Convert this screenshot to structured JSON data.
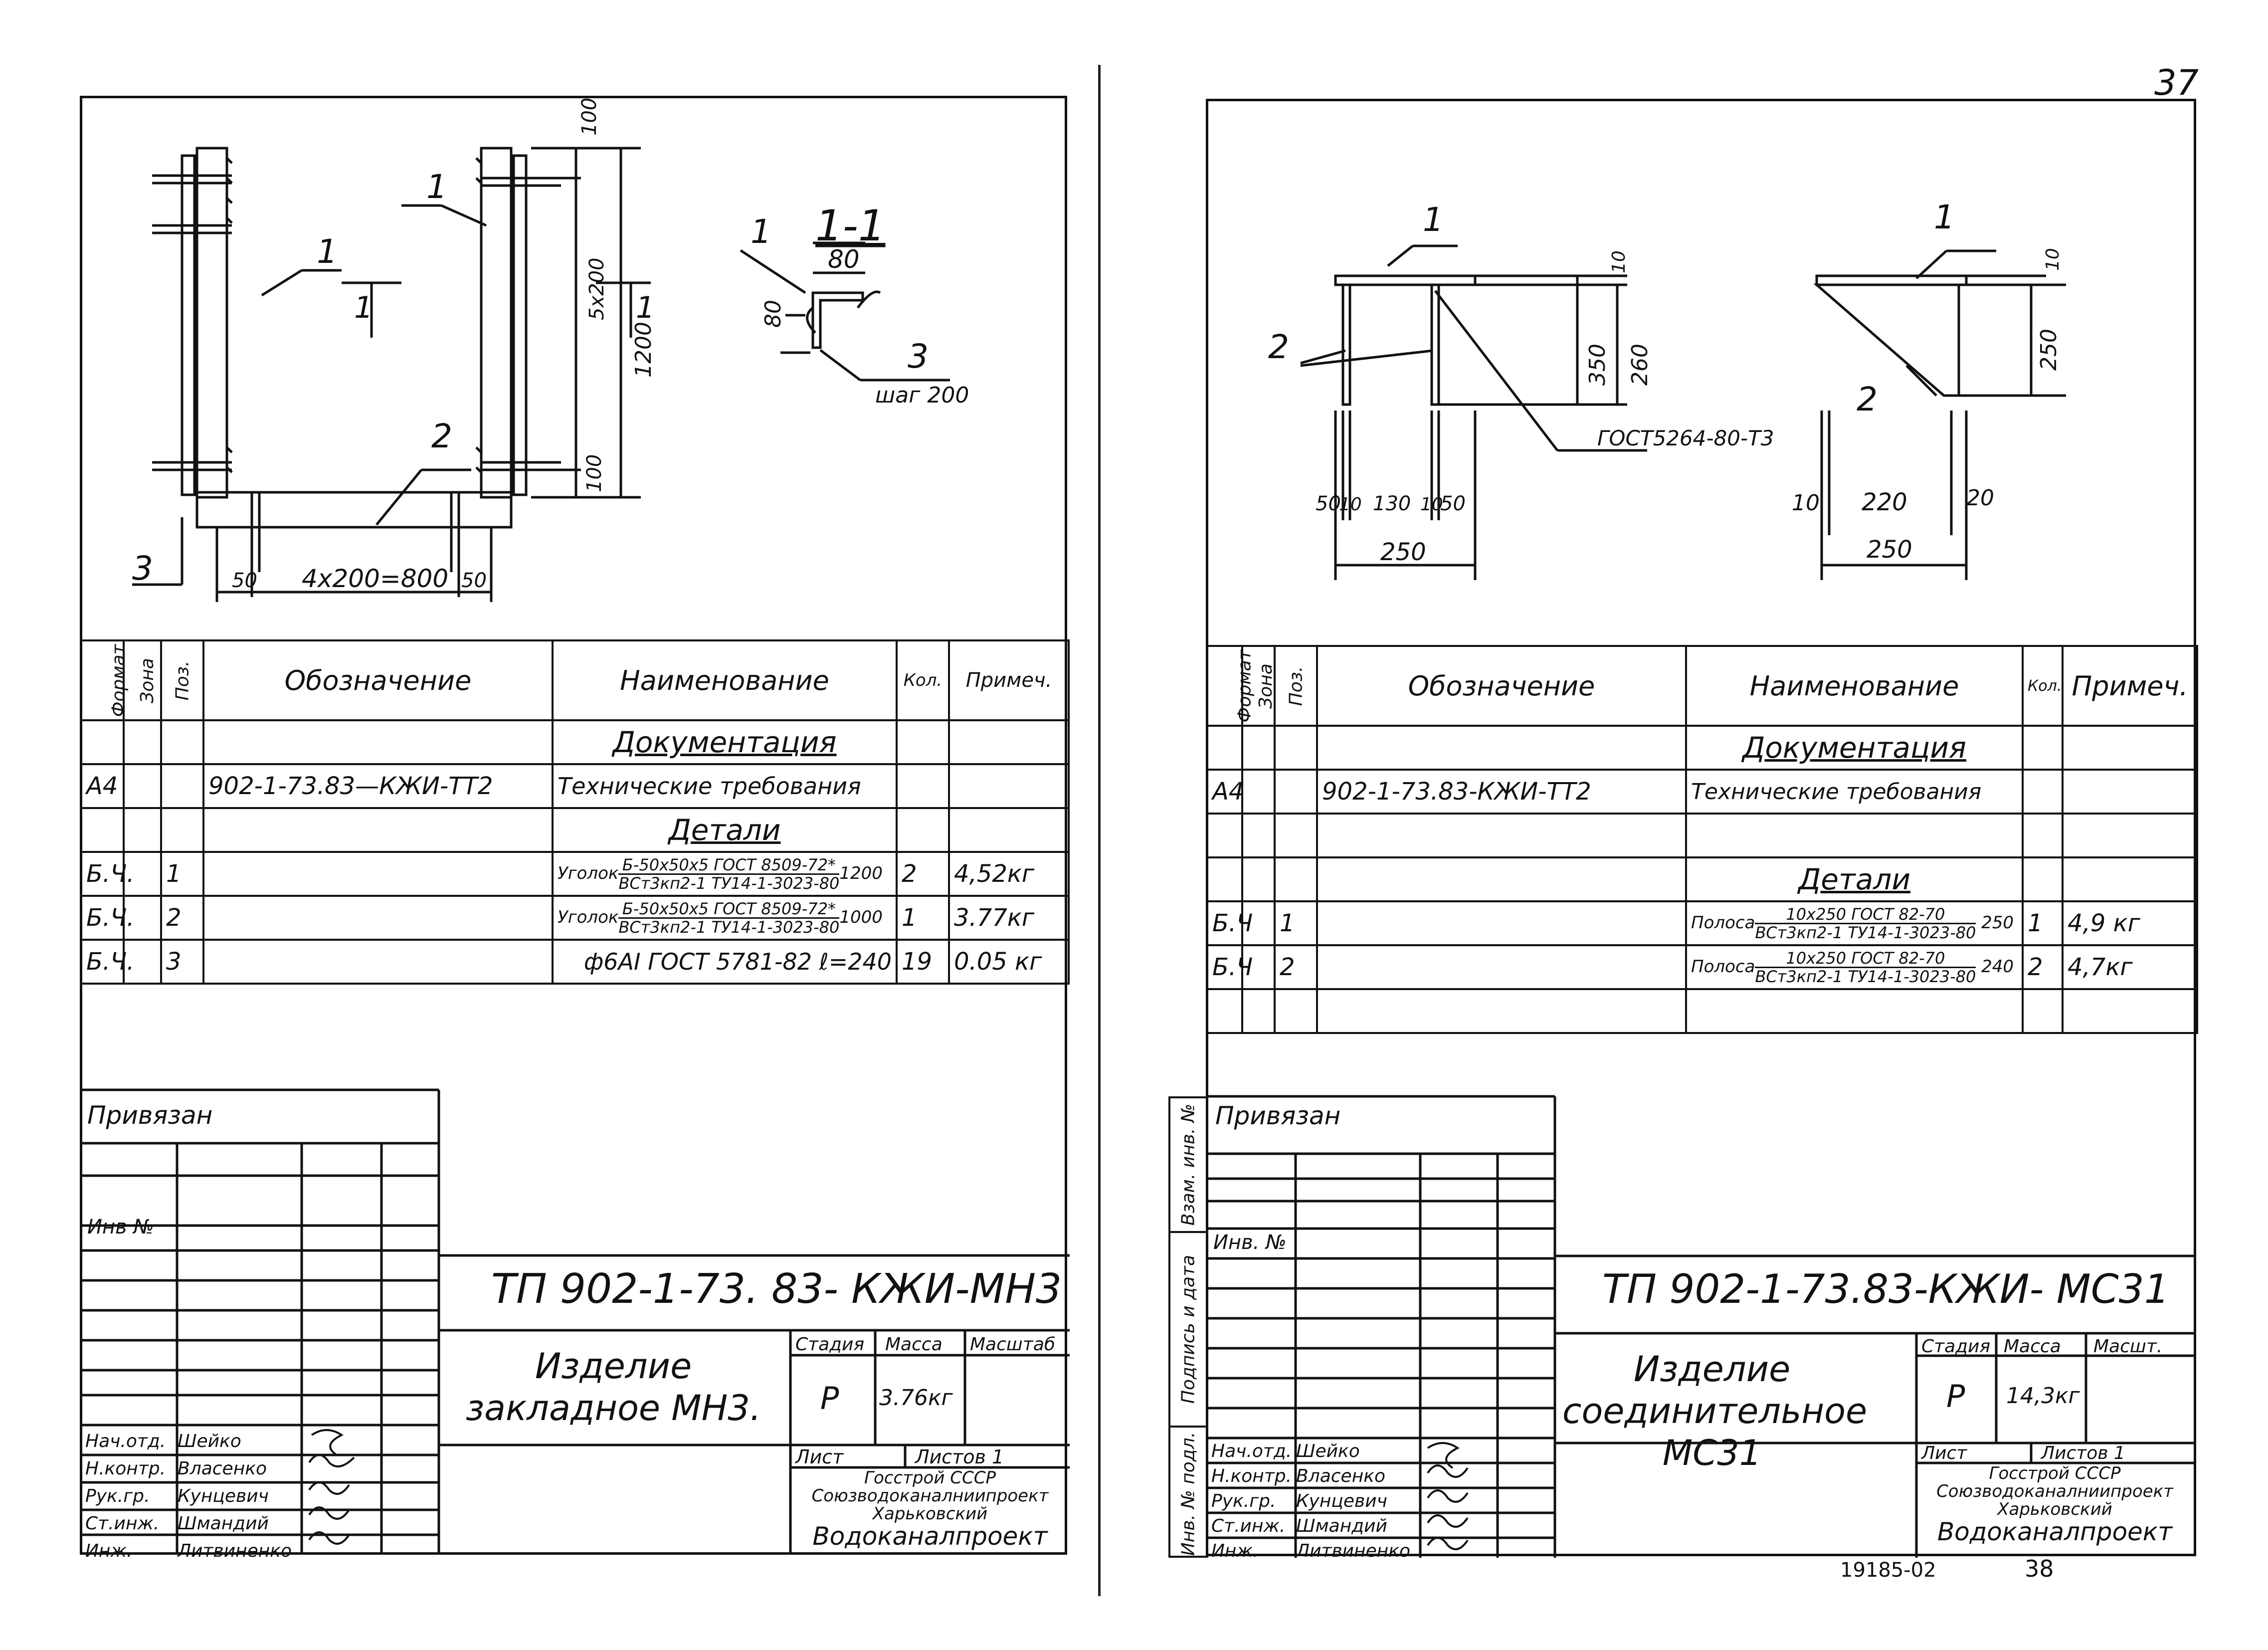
{
  "page_number": "37",
  "left": {
    "drawing": {
      "section_title": "1-1",
      "dims": {
        "d100a": "100",
        "d5x200": "5x200",
        "d1200": "1200",
        "d100b": "100",
        "d80w": "80",
        "d80h": "80",
        "d50a": "50",
        "d4x200": "4x200=800",
        "d50b": "50"
      },
      "callouts": {
        "c1a": "1",
        "c1b": "1",
        "c1c": "1",
        "c2": "2",
        "c3a": "3",
        "c3b": "3",
        "sec_a": "1",
        "sec_b": "1"
      },
      "step": "шаг 200"
    },
    "spec": {
      "headers": {
        "format": "Формат",
        "zone": "Зона",
        "pos": "Поз.",
        "designation": "Обозначение",
        "name": "Наименование",
        "qty": "Кол.",
        "note": "Примеч."
      },
      "section_docs": "Документация",
      "section_parts": "Детали",
      "rows": [
        {
          "format": "А4",
          "pos": "",
          "designation": "902-1-73.83—КЖИ-ТТ2",
          "name": "Технические требования",
          "qty": "",
          "note": ""
        },
        {
          "format": "Б.Ч.",
          "pos": "1",
          "designation": "",
          "name_prefix": "Уголок",
          "name_num": "Б-50x50x5 ГОСТ 8509-72*",
          "name_den": "ВСт3кп2-1 ТУ14-1-3023-80",
          "name_len": "1200",
          "qty": "2",
          "note": "4,52кг"
        },
        {
          "format": "Б.Ч.",
          "pos": "2",
          "designation": "",
          "name_prefix": "Уголок",
          "name_num": "Б-50x50x5 ГОСТ 8509-72*",
          "name_den": "ВСт3кп2-1 ТУ14-1-3023-80",
          "name_len": "1000",
          "qty": "1",
          "note": "3.77кг"
        },
        {
          "format": "Б.Ч.",
          "pos": "3",
          "designation": "",
          "name": "ф6АI ГОСТ 5781-82 ℓ=240",
          "qty": "19",
          "note": "0.05 кг"
        }
      ]
    },
    "title_block": {
      "privyazan": "Привязан",
      "inv": "Инв №",
      "code": "ТП 902-1-73. 83- КЖИ-МН3",
      "item_name": "Изделие закладное МН3.",
      "stage_label": "Стадия",
      "mass_label": "Масса",
      "scale_label": "Масштаб",
      "stage": "Р",
      "mass": "3.76кг",
      "sheet_label": "Лист",
      "sheets_label": "Листов 1",
      "org1": "Госстрой СССР",
      "org2": "Союзводоканалниипроект",
      "org3": "Харьковский",
      "org4": "Водоканалпроект",
      "people": [
        {
          "role": "Нач.отд.",
          "name": "Шейко"
        },
        {
          "role": "Н.контр.",
          "name": "Власенко"
        },
        {
          "role": "Рук.гр.",
          "name": "Кунцевич"
        },
        {
          "role": "Ст.инж.",
          "name": "Шмандий"
        },
        {
          "role": "Инж.",
          "name": "Литвиненко"
        }
      ]
    }
  },
  "right": {
    "drawing": {
      "dims": {
        "d10a": "10",
        "d350": "350",
        "d260": "260",
        "d10b": "10",
        "d250v": "250",
        "d50a": "50",
        "d10c": "10",
        "d130": "130",
        "d10d": "10",
        "d50b": "50",
        "d250a": "250",
        "d10e": "10",
        "d220": "220",
        "d20": "20",
        "d250b": "250"
      },
      "gost": "ГОСТ5264-80-Т3",
      "callouts": {
        "c1a": "1",
        "c1b": "1",
        "c2a": "2",
        "c2b": "2"
      }
    },
    "spec": {
      "headers": {
        "format": "Формат",
        "zone": "Зона",
        "pos": "Поз.",
        "designation": "Обозначение",
        "name": "Наименование",
        "qty": "Кол.",
        "note": "Примеч."
      },
      "section_docs": "Документация",
      "section_parts": "Детали",
      "rows": [
        {
          "format": "А4",
          "pos": "",
          "designation": "902-1-73.83-КЖИ-ТТ2",
          "name": "Технические требования",
          "qty": "",
          "note": ""
        },
        {
          "format": "Б.Ч",
          "pos": "1",
          "designation": "",
          "name_prefix": "Полоса",
          "name_num": "10x250 ГОСТ 82-70",
          "name_den": "ВСт3кп2-1 ТУ14-1-3023-80",
          "name_len": "250",
          "qty": "1",
          "note": "4,9 кг"
        },
        {
          "format": "Б.Ч",
          "pos": "2",
          "designation": "",
          "name_prefix": "Полоса",
          "name_num": "10x250 ГОСТ 82-70",
          "name_den": "ВСт3кп2-1 ТУ14-1-3023-80",
          "name_len": "240",
          "qty": "2",
          "note": "4,7кг"
        }
      ]
    },
    "side_strip": {
      "a": "Взам. инв. №",
      "b": "Подпись и дата",
      "c": "Инв. № подл."
    },
    "title_block": {
      "privyazan": "Привязан",
      "inv": "Инв. №",
      "code": "ТП 902-1-73.83-КЖИ- МС31",
      "item_name": "Изделие соединительное МС31",
      "stage_label": "Стадия",
      "mass_label": "Масса",
      "scale_label": "Масшт.",
      "stage": "Р",
      "mass": "14,3кг",
      "sheet_label": "Лист",
      "sheets_label": "Листов 1",
      "org1": "Госстрой СССР",
      "org2": "Союзводоканалниипроект",
      "org3": "Харьковский",
      "org4": "Водоканалпроект",
      "people": [
        {
          "role": "Нач.отд.",
          "name": "Шейко"
        },
        {
          "role": "Н.контр.",
          "name": "Власенко"
        },
        {
          "role": "Рук.гр.",
          "name": "Кунцевич"
        },
        {
          "role": "Ст.инж.",
          "name": "Шмандий"
        },
        {
          "role": "Инж.",
          "name": "Литвиненко"
        }
      ]
    }
  },
  "footer": {
    "archive": "19185-02",
    "page": "38"
  }
}
